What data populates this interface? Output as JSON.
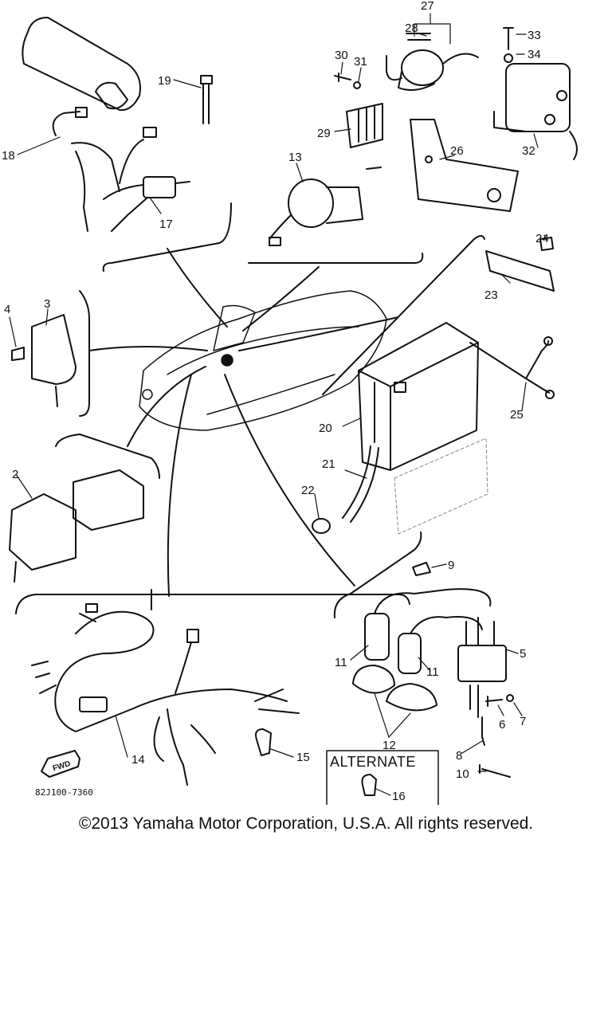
{
  "parts": {
    "p2": "2",
    "p3": "3",
    "p4": "4",
    "p5": "5",
    "p6": "6",
    "p7": "7",
    "p8": "8",
    "p9": "9",
    "p10": "10",
    "p11a": "11",
    "p11b": "11",
    "p12": "12",
    "p13": "13",
    "p14": "14",
    "p15": "15",
    "p16": "16",
    "p17": "17",
    "p18": "18",
    "p19": "19",
    "p20": "20",
    "p21": "21",
    "p22": "22",
    "p23": "23",
    "p24": "24",
    "p25": "25",
    "p26": "26",
    "p27": "27",
    "p28": "28",
    "p29": "29",
    "p30": "30",
    "p31": "31",
    "p32": "32",
    "p33": "33",
    "p34": "34"
  },
  "alternate_label": "ALTERNATE",
  "fwd_label": "FWD",
  "diagram_code": "82J100-7360",
  "copyright": "©2013 Yamaha Motor Corporation, U.S.A. All rights reserved."
}
